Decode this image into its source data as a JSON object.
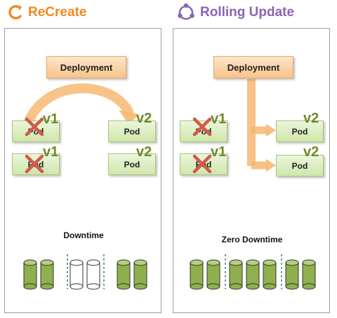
{
  "recreate": {
    "title": "ReCreate",
    "title_color": "#f08a24",
    "icon": "circular-arrow-icon",
    "deployment_label": "Deployment",
    "old_pods": [
      {
        "label": "Pod",
        "version": "v1"
      },
      {
        "label": "Pod",
        "version": "v1"
      }
    ],
    "new_pods": [
      {
        "label": "Pod",
        "version": "v2"
      },
      {
        "label": "Pod",
        "version": "v2"
      }
    ],
    "caption": "Downtime"
  },
  "rolling": {
    "title": "Rolling Update",
    "title_color": "#8a64b4",
    "icon": "rotating-dots-icon",
    "deployment_label": "Deployment",
    "old_pods": [
      {
        "label": "Pod",
        "version": "v1"
      },
      {
        "label": "Pod",
        "version": "v1"
      }
    ],
    "new_pods": [
      {
        "label": "Pod",
        "version": "v2"
      },
      {
        "label": "Pod",
        "version": "v2"
      }
    ],
    "caption": "Zero Downtime"
  },
  "colors": {
    "deployment_fill": "#f8c38a",
    "pod_fill": "#cfe6aa",
    "cylinder_green": "#8fb04d",
    "cylinder_empty": "#ffffff",
    "remove_mark": "#d25a4a",
    "arrow": "#f6b873",
    "divider": "#2e8b6e"
  }
}
